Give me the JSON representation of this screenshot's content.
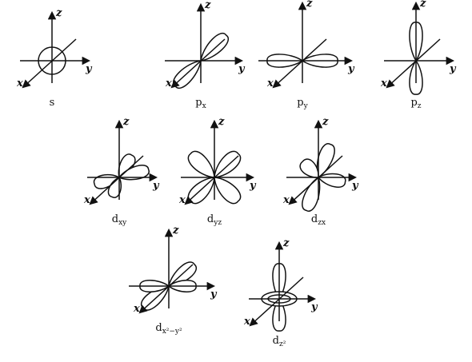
{
  "axis_labels": {
    "x": "x",
    "y": "y",
    "z": "z"
  },
  "orbitals": [
    {
      "name": "s",
      "cap_main": "s",
      "cap_sub": ""
    },
    {
      "name": "px",
      "cap_main": "p",
      "cap_sub": "x"
    },
    {
      "name": "py",
      "cap_main": "p",
      "cap_sub": "y"
    },
    {
      "name": "pz",
      "cap_main": "p",
      "cap_sub": "z"
    },
    {
      "name": "dxy",
      "cap_main": "d",
      "cap_sub": "xy"
    },
    {
      "name": "dyz",
      "cap_main": "d",
      "cap_sub": "yz"
    },
    {
      "name": "dzx",
      "cap_main": "d",
      "cap_sub": "zx"
    },
    {
      "name": "dx2y2",
      "cap_main": "d",
      "cap_sub": "x²−y²"
    },
    {
      "name": "dz2",
      "cap_main": "d",
      "cap_sub": "z²"
    }
  ]
}
